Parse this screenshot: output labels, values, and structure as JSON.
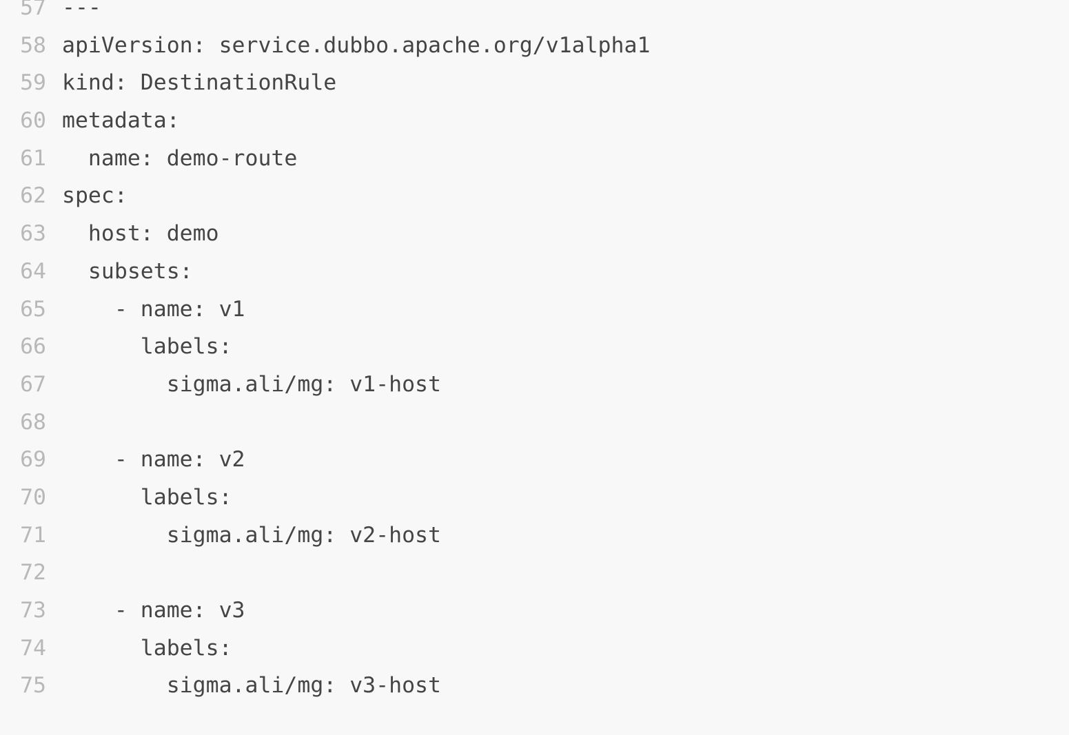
{
  "colors": {
    "background": "#f8f8f8",
    "line_number": "#b8b8b8",
    "code_text": "#454545"
  },
  "code_viewer": {
    "lines": [
      {
        "number": "57",
        "text": "---"
      },
      {
        "number": "58",
        "text": "apiVersion: service.dubbo.apache.org/v1alpha1"
      },
      {
        "number": "59",
        "text": "kind: DestinationRule"
      },
      {
        "number": "60",
        "text": "metadata:"
      },
      {
        "number": "61",
        "text": "  name: demo-route"
      },
      {
        "number": "62",
        "text": "spec:"
      },
      {
        "number": "63",
        "text": "  host: demo"
      },
      {
        "number": "64",
        "text": "  subsets:"
      },
      {
        "number": "65",
        "text": "    - name: v1"
      },
      {
        "number": "66",
        "text": "      labels:"
      },
      {
        "number": "67",
        "text": "        sigma.ali/mg: v1-host"
      },
      {
        "number": "68",
        "text": ""
      },
      {
        "number": "69",
        "text": "    - name: v2"
      },
      {
        "number": "70",
        "text": "      labels:"
      },
      {
        "number": "71",
        "text": "        sigma.ali/mg: v2-host"
      },
      {
        "number": "72",
        "text": ""
      },
      {
        "number": "73",
        "text": "    - name: v3"
      },
      {
        "number": "74",
        "text": "      labels:"
      },
      {
        "number": "75",
        "text": "        sigma.ali/mg: v3-host"
      }
    ]
  }
}
